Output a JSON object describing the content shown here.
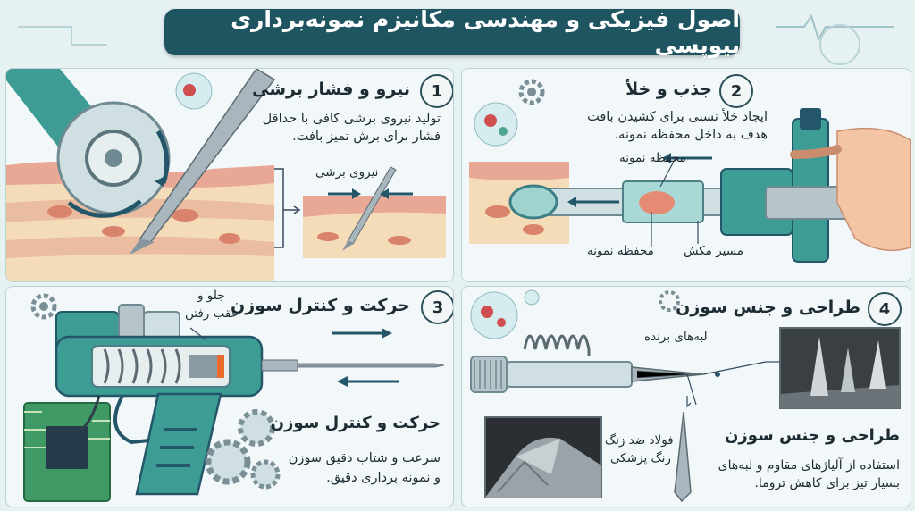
{
  "title": "اصول فیزیکی و مهندسی مکانیزم نمونه‌برداری بیوپسی",
  "sections": [
    {
      "number": "1",
      "heading": "نیرو و فشار برشی",
      "text_line1": "تولید نیروی برشی کافی با حداقل",
      "text_line2": "فشار برای برش تمیز بافت.",
      "label_force": "نیروی برشی"
    },
    {
      "number": "2",
      "heading": "جذب و خلأ",
      "text_line1": "ایجاد خلأ نسبی برای کشیدن بافت",
      "text_line2": "هدف به داخل محفظه نمونه.",
      "label_chamber_top": "محفظه نمونه",
      "label_chamber_bottom": "محفظه نمونه",
      "label_suction": "مسیر مکش"
    },
    {
      "number": "3",
      "heading": "حرکت و کنترل سوزن",
      "label_motion_line1": "جلو و",
      "label_motion_line2": "عقب رفتن",
      "sub_heading": "حرکت و کنترل سوزن",
      "text_line1": "سرعت و شتاب دقیق سوزن",
      "text_line2": "و نمونه برداری دقیق."
    },
    {
      "number": "4",
      "heading": "طراحی و جنس سوزن",
      "label_edges": "لبه‌های برنده",
      "label_steel_line1": "فولاد ضد زنگ",
      "label_steel_line2": "زنگ پزشکی",
      "sub_heading": "طراحی و جنس سوزن",
      "text_line1": "استفاده از آلیاژهای مقاوم و لبه‌های",
      "text_line2": "بسیار تیز برای کاهش تروما."
    }
  ],
  "colors": {
    "title_bg": "#1f5560",
    "teal": "#3d9c94",
    "arrow": "#24566a",
    "tissue_pink": "#e9a896",
    "tissue_cream": "#f4dcb8",
    "steel": "#a9b6bd"
  }
}
